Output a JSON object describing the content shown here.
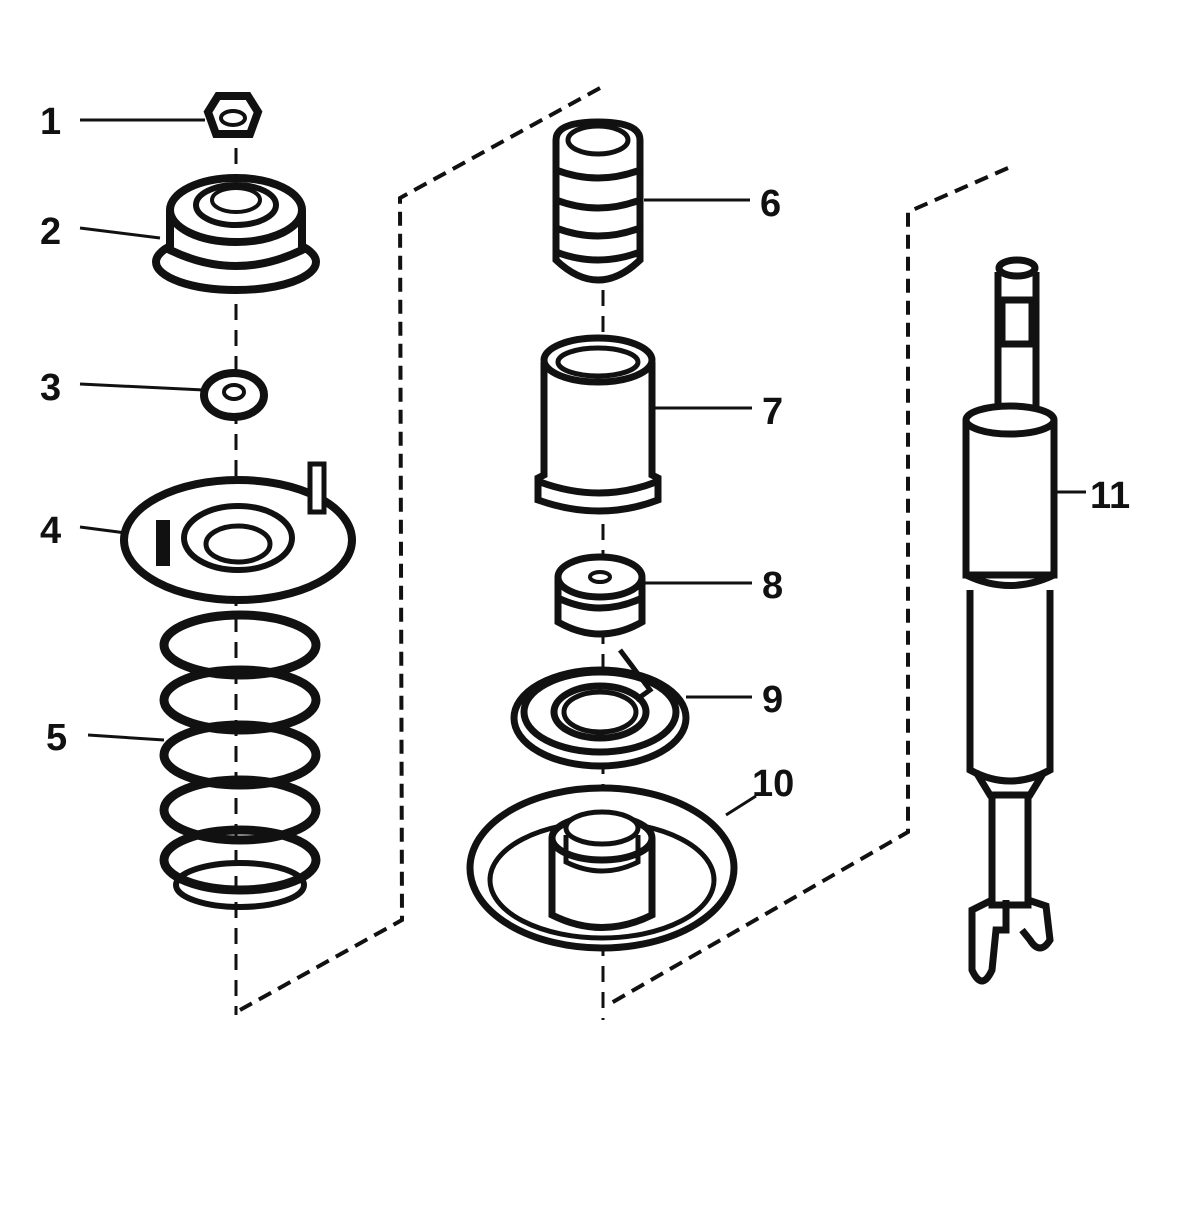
{
  "callouts": [
    {
      "id": "1",
      "label": "1"
    },
    {
      "id": "2",
      "label": "2"
    },
    {
      "id": "3",
      "label": "3"
    },
    {
      "id": "4",
      "label": "4"
    },
    {
      "id": "5",
      "label": "5"
    },
    {
      "id": "6",
      "label": "6"
    },
    {
      "id": "7",
      "label": "7"
    },
    {
      "id": "8",
      "label": "8"
    },
    {
      "id": "9",
      "label": "9"
    },
    {
      "id": "10",
      "label": "10"
    },
    {
      "id": "11",
      "label": "11"
    }
  ],
  "colors": {
    "ink": "#111111",
    "paper": "#ffffff",
    "shade": "#d9d9d9"
  }
}
